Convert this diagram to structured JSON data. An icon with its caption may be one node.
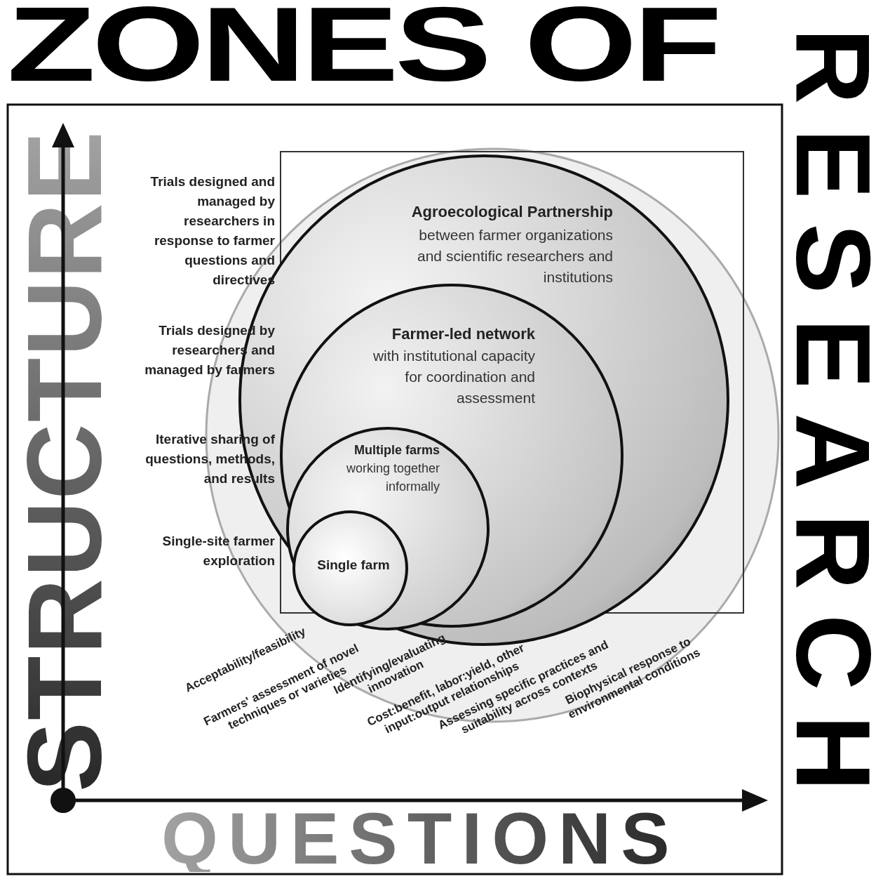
{
  "diagram": {
    "title": "ZONES OF RESEARCH",
    "nodes": [
      {
        "text": [
          "Agroecological Partnership",
          "between farmer organizations and scientific researchers and institutions"
        ]
      },
      {
        "text": [
          "Farmer-led network",
          "with institutional capacity for coordination and assessment"
        ],
        "in": 0
      },
      {
        "text": [
          "Multiple farms",
          "working together informally"
        ],
        "in": 1
      },
      {
        "text": [
          "Single farm"
        ],
        "in": 2
      }
    ],
    "labels": [
      "STRUCTURE",
      "Trials designed and managed by researchers in response to farmer questions and directives",
      "Trials designed by researchers and managed by farmers",
      "Iterative sharing of questions, methods, and results",
      "Single-site farmer exploration",
      "Acceptability/feasibility",
      "Farmers' assessment of novel techniques or varieties",
      "Identifying/evaluating innovation",
      "Cost:benefit, labor:yield, other input:output relationships",
      "Assessing specific practices and suitability across contexts",
      "Biophysical response to environmental conditions",
      "QUESTIONS"
    ]
  }
}
